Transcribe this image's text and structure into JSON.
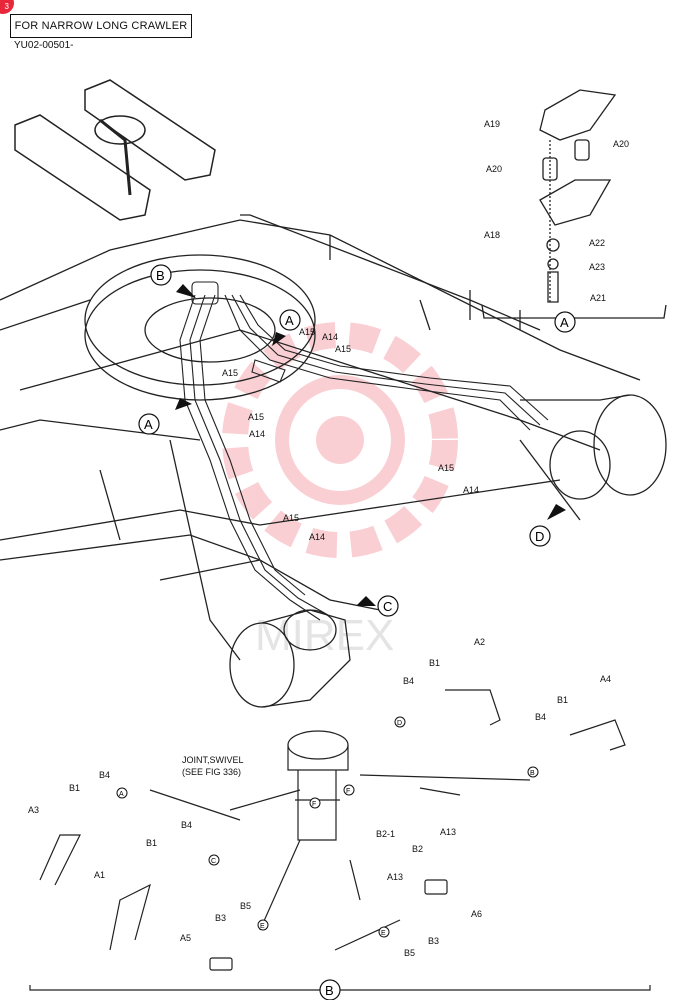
{
  "header": {
    "title": "FOR NARROW LONG CRAWLER",
    "drawing_code": "YU02-00501-",
    "page_badge": "3"
  },
  "watermark": {
    "text": "MIREX",
    "color": "#e8283a"
  },
  "views": {
    "a_label": "A",
    "b_label": "B"
  },
  "note_joint": {
    "line1": "JOINT,SWIVEL",
    "line2": "(SEE FIG 336)"
  },
  "main_callouts": {
    "A15_1": "A15",
    "A14_1": "A14",
    "A15_2": "A15",
    "A15_3": "A15",
    "A15_4": "A15",
    "A14_2": "A14",
    "A15_5": "A15",
    "A14_3": "A14",
    "A15_6": "A15",
    "A14_4": "A14"
  },
  "detail_a": {
    "A19": "A19",
    "A20_1": "A20",
    "A20_2": "A20",
    "A18": "A18",
    "A22": "A22",
    "A23": "A23",
    "A21": "A21"
  },
  "view_b_parts": {
    "A1": "A1",
    "A2": "A2",
    "A3": "A3",
    "A4": "A4",
    "A5": "A5",
    "A6": "A6",
    "A13_1": "A13",
    "A13_2": "A13",
    "B1_1": "B1",
    "B1_2": "B1",
    "B1_3": "B1",
    "B1_4": "B1",
    "B2": "B2",
    "B2_1": "B2-1",
    "B3_1": "B3",
    "B3_2": "B3",
    "B4_1": "B4",
    "B4_2": "B4",
    "B4_3": "B4",
    "B4_4": "B4",
    "B5_1": "B5",
    "B5_2": "B5"
  },
  "small_refs": {
    "a": "A",
    "b": "B",
    "c": "C",
    "d": "D",
    "e1": "E",
    "e2": "E",
    "f1": "F",
    "f2": "F"
  },
  "view_markers": {
    "A1": "A",
    "A2": "A",
    "B": "B",
    "C": "C",
    "D": "D"
  }
}
